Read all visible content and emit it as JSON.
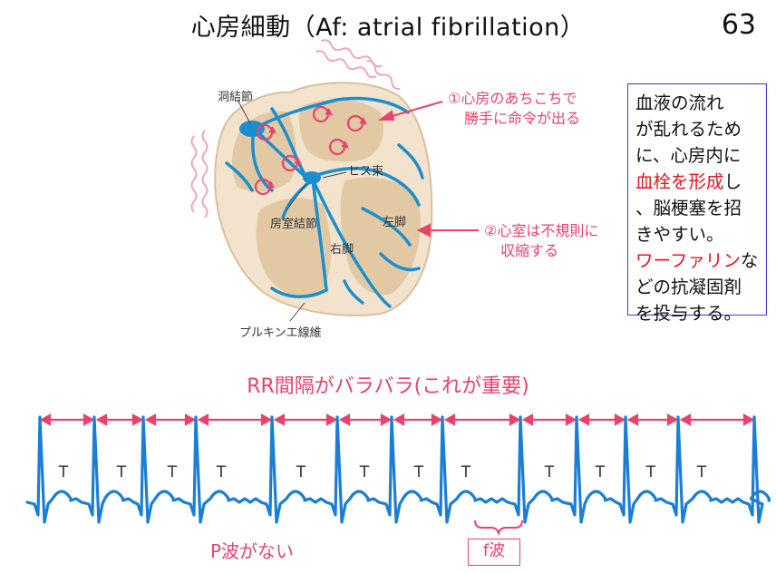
{
  "title": "心房細動（Af: atrial fibrillation）",
  "page_number": "63",
  "info_box": {
    "line1": "血液の流れ",
    "line2": "が乱れるため",
    "line3": "に、心房内に",
    "line4_red": "血栓を形成",
    "line4_rest": "し",
    "line5": "、脳梗塞を招",
    "line6": "きやすい。",
    "line7_red": "ワーファリン",
    "line7_rest": "な",
    "line8": "どの抗凝固剤",
    "line9": "を投与する。"
  },
  "heart_labels": {
    "sa_node": "洞結節",
    "his_bundle": "ヒス束",
    "av_node": "房室結節",
    "left_bundle": "左脚",
    "right_bundle": "右脚",
    "purkinje": "プルキンエ線維"
  },
  "annotations": {
    "atria_line1": "①心房のあちこちで",
    "atria_line2": "勝手に命令が出る",
    "ventricle_line1": "②心室は不規則に",
    "ventricle_line2": "収縮する"
  },
  "ecg": {
    "rr_title": "RR間隔がバラバラ(これが重要)",
    "t_label": "T",
    "p_wave_absent": "P波がない",
    "f_wave": "f波"
  },
  "colors": {
    "accent_pink": "#e8426d",
    "red_text": "#e8141e",
    "ecg_blue": "#1a7fd4",
    "heart_fill": "#e2c9a4",
    "conduction_blue": "#1b8fce"
  }
}
